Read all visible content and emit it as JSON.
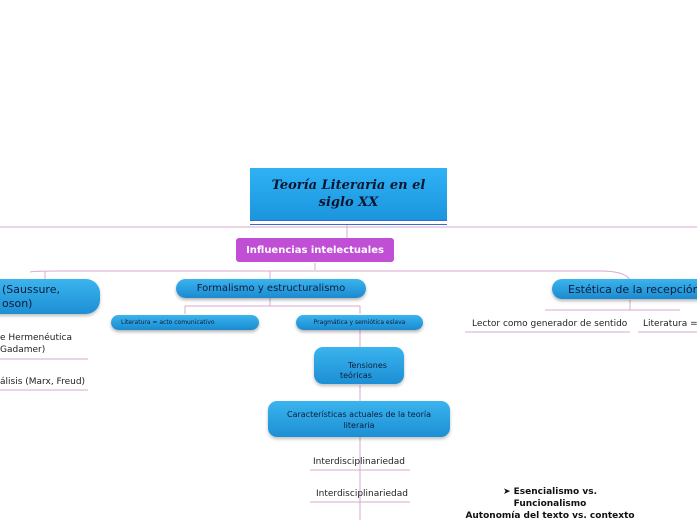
{
  "central": {
    "title": "Teoría Literaria en el siglo XX"
  },
  "influences": {
    "label": "Influencias intelectuales"
  },
  "left_branch": {
    "title_line1": "(Saussure,",
    "title_line2": "oson)",
    "items": [
      {
        "line1": "e Hermenéutica",
        "line2": "Gadamer)"
      },
      {
        "line1": "álisis (Marx, Freud)"
      }
    ]
  },
  "formalism": {
    "title": "Formalismo y estructuralismo",
    "children": [
      {
        "label": "Literatura = acto comunicativo"
      },
      {
        "label": "Pragmática y semiótica eslava"
      }
    ]
  },
  "tensions": {
    "label_line1": "Tensiones",
    "label_line2": "teóricas"
  },
  "characteristics": {
    "label_line1": "Características actuales de la teoría",
    "label_line2": "literaria",
    "items": [
      {
        "label": "Interdisciplinariedad"
      },
      {
        "label": "Interdisciplinariedad"
      }
    ]
  },
  "reception": {
    "title": "Estética de la recepción",
    "children": [
      {
        "label": "Lector como generador de sentido"
      },
      {
        "label": "Literatura ="
      }
    ]
  },
  "tension_note": {
    "line1": "➤ Esencialismo vs.",
    "line2": "Funcionalismo",
    "line3": "Autonomía del texto vs. contexto"
  },
  "colors": {
    "central_fill": "#2aa8ee",
    "influence_fill": "#c04fd6",
    "node_fill": "#2d9fe2",
    "connector": "#d7a9d2"
  }
}
